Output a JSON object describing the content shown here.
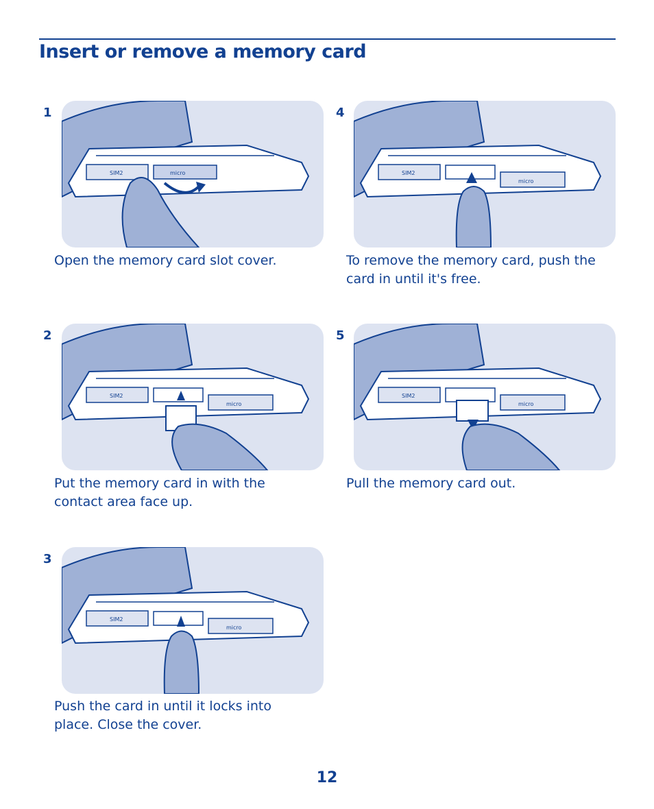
{
  "header": {
    "title": "Insert or remove a memory card"
  },
  "steps": [
    {
      "number": "1",
      "caption": "Open the memory card slot cover.",
      "sim_label": "SIM2",
      "slot_label": "micro"
    },
    {
      "number": "2",
      "caption": "Put the memory card in with the contact area face up.",
      "sim_label": "SIM2",
      "slot_label": "micro"
    },
    {
      "number": "3",
      "caption": "Push the card in until it locks into place. Close the cover.",
      "sim_label": "SIM2",
      "slot_label": "micro"
    },
    {
      "number": "4",
      "caption": "To remove the memory card, push the card in until it's free.",
      "sim_label": "SIM2",
      "slot_label": "micro"
    },
    {
      "number": "5",
      "caption": "Pull the memory card out.",
      "sim_label": "SIM2",
      "slot_label": "micro"
    }
  ],
  "footer": {
    "page_number": "12"
  },
  "colors": {
    "brand_blue": "#124191",
    "panel_bg": "#dde3f1",
    "hand_fill": "#9fb1d6"
  }
}
